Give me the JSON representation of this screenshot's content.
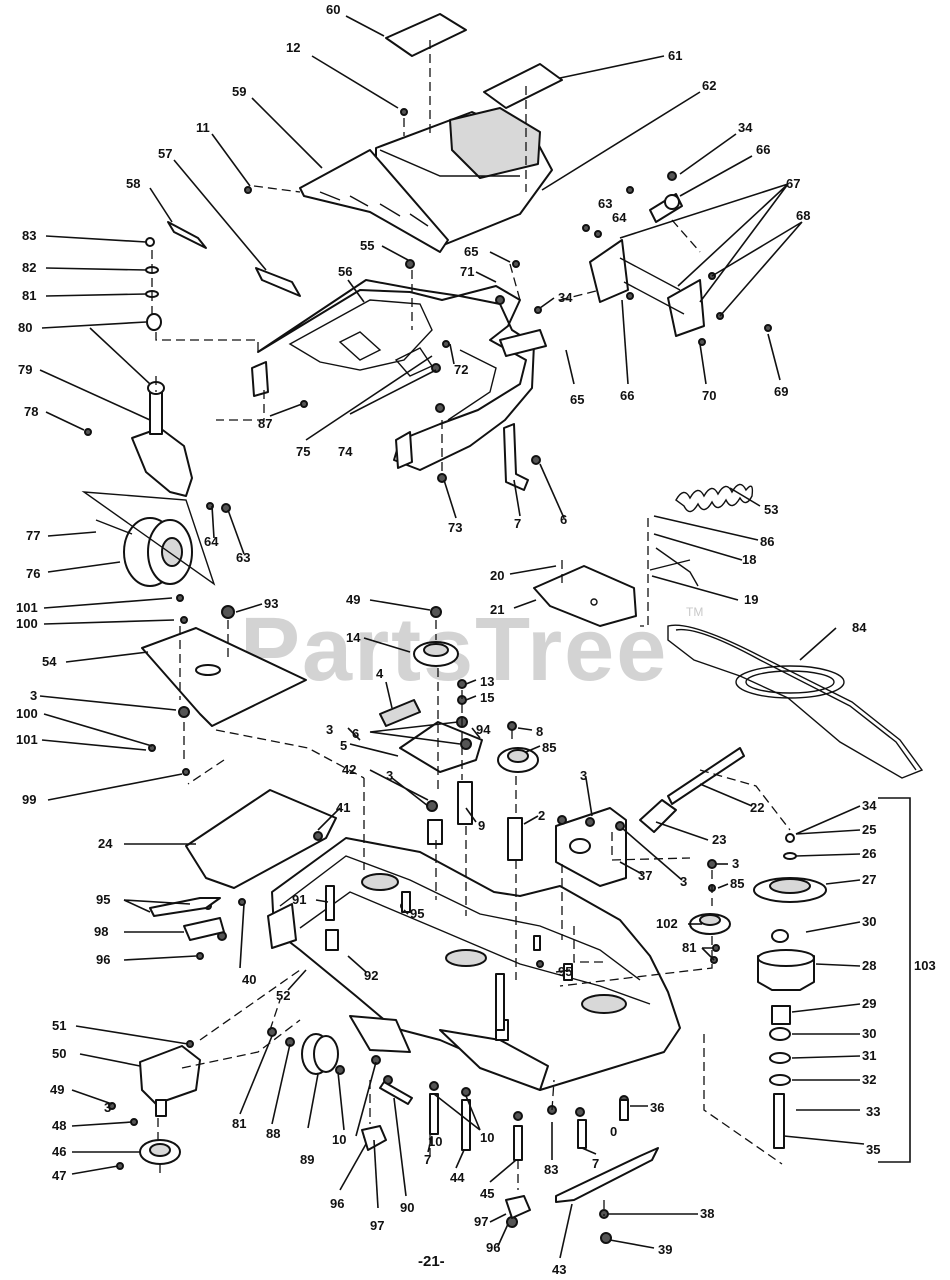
{
  "watermark": {
    "text": "PartsTree",
    "trademark": "TM"
  },
  "page_number": "-21-",
  "callouts": [
    "60",
    "12",
    "61",
    "59",
    "62",
    "34",
    "11",
    "66",
    "57",
    "63",
    "67",
    "64",
    "58",
    "68",
    "83",
    "55",
    "65",
    "82",
    "56",
    "71",
    "81",
    "34",
    "80",
    "72",
    "65",
    "66",
    "70",
    "69",
    "79",
    "87",
    "75",
    "74",
    "78",
    "73",
    "7",
    "6",
    "53",
    "64",
    "63",
    "86",
    "77",
    "18",
    "20",
    "76",
    "19",
    "21",
    "101",
    "49",
    "93",
    "84",
    "100",
    "14",
    "54",
    "13",
    "4",
    "15",
    "3",
    "94",
    "8",
    "3",
    "6",
    "85",
    "5",
    "100",
    "101",
    "42",
    "3",
    "22",
    "99",
    "41",
    "9",
    "2",
    "3",
    "34",
    "23",
    "25",
    "24",
    "26",
    "3",
    "3",
    "37",
    "85",
    "27",
    "95",
    "91",
    "95",
    "102",
    "30",
    "98",
    "81",
    "28",
    "96",
    "40",
    "92",
    "95",
    "103",
    "52",
    "29",
    "51",
    "30",
    "50",
    "31",
    "49",
    "32",
    "48",
    "36",
    "33",
    "46",
    "81",
    "88",
    "89",
    "10",
    "10",
    "7",
    "44",
    "83",
    "7",
    "35",
    "47",
    "45",
    "96",
    "97",
    "90",
    "38",
    "96",
    "97",
    "39",
    "43",
    "3",
    "10",
    "0"
  ]
}
